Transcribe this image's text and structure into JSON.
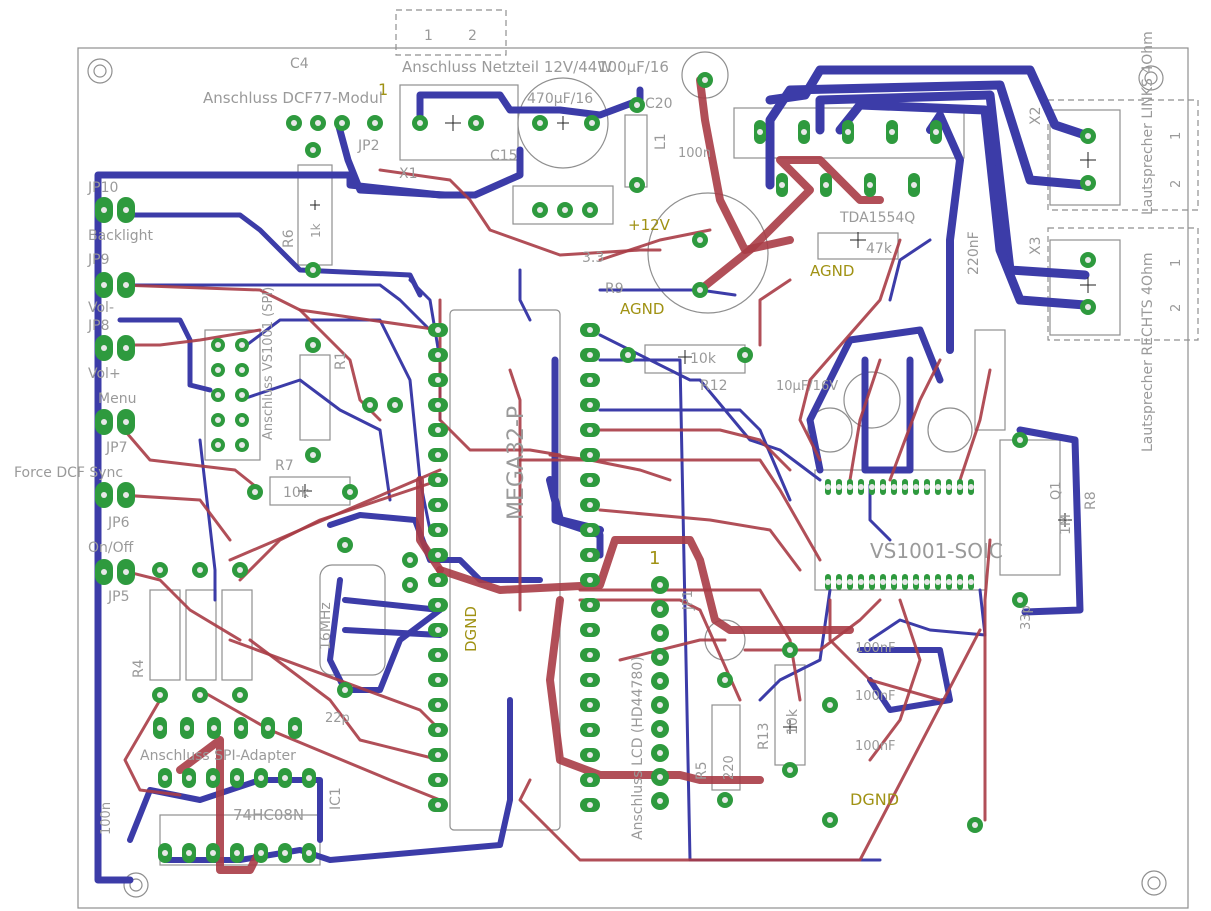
{
  "board": {
    "colors": {
      "bottom_trace": "#3c3ca8",
      "top_trace": "#a83c46",
      "pad": "#2e9a3e",
      "silk": "#9a9a9a",
      "net_label": "#a09214"
    }
  },
  "labels": {
    "netzteil": "Anschluss Netzteil 12V/44W",
    "cap_top": "100µF/16",
    "cap_470": "470µF/16",
    "pin1": "1",
    "pin2": "2",
    "pin1_mark": "1",
    "c4": "C4",
    "c20": "C20",
    "c15": "C15",
    "l1": "L1",
    "x1": "X1",
    "x2": "X2",
    "x3": "X3",
    "dcf_modul": "Anschluss DCF77-Modul",
    "jp2": "JP2",
    "jp10": "JP10",
    "backlight": "Backlight",
    "jp9": "JP9",
    "vol_minus": "Vol-",
    "jp8": "JP8",
    "vol_plus": "Vol+",
    "menu": "Menu",
    "jp7": "JP7",
    "force_dcf": "Force DCF Sync",
    "jp6": "JP6",
    "on_off": "On/Off",
    "jp5": "JP5",
    "r6": "R6",
    "r6v": "1k",
    "r1": "R1",
    "r7": "R7",
    "r7v": "10k",
    "r12": "R12",
    "r12v": "10k",
    "r13": "R13",
    "r13v": "10k",
    "r5": "R5",
    "r5v": "220",
    "r4": "R4",
    "r8": "R8",
    "r8v": "1M",
    "r9": "R9",
    "r9v": "3.3",
    "r47k": "47k",
    "mega": "MEGA32-P",
    "ic": "IC1",
    "hc08": "74HC08N",
    "quartz": "16MHz",
    "vs1001": "VS1001-SOIC",
    "ta": "TDA1554Q",
    "agnd1": "AGND",
    "agnd2": "AGND",
    "dgnd1": "DGND",
    "dgnd2": "DGND",
    "plus12v": "+12V",
    "lcd": "Anschluss LCD (HD44780)",
    "vs_anschluss": "Anschluss VS1001 (SPI)",
    "spi_anschluss": "Anschluss SPI-Adapter",
    "speaker_l": "Lautsprecher LINKS 4Ohm",
    "speaker_r": "Lautsprecher RECHTS 4Ohm",
    "c220": "220nF",
    "c100n": "100nF",
    "c100nb": "100nF",
    "c100nc": "100nF",
    "c10u": "10µF/16V",
    "c100": "100n",
    "c22": "22p",
    "c33": "33p",
    "c100n_left": "100n",
    "jp1": "JP1",
    "q1": "Q1"
  }
}
